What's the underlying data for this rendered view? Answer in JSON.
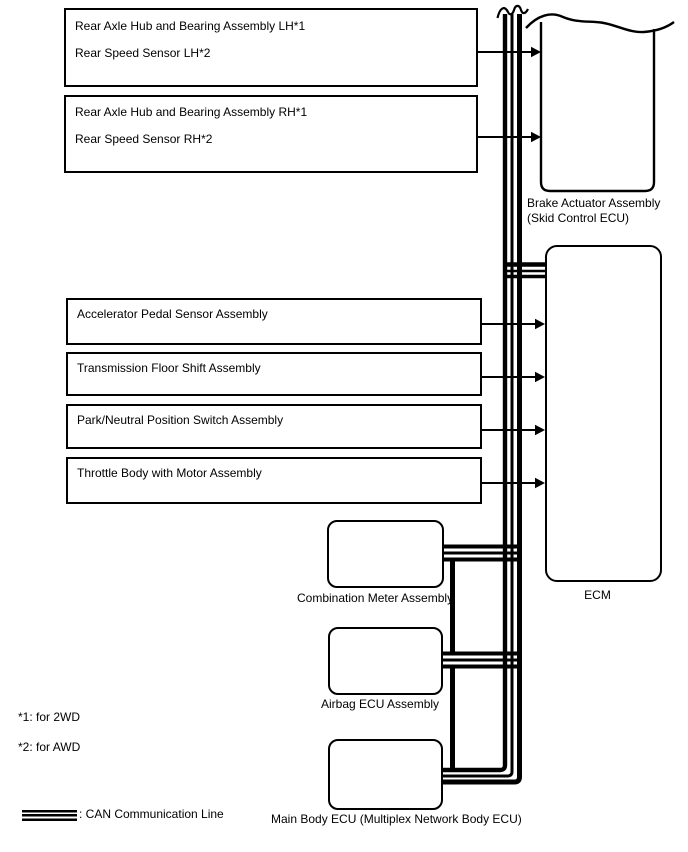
{
  "page": {
    "background_color": "#ffffff",
    "line_color": "#000000"
  },
  "left_boxes": {
    "rear_lh": {
      "lines": [
        "Rear Axle Hub and Bearing Assembly LH*1",
        "Rear Speed Sensor LH*2"
      ]
    },
    "rear_rh": {
      "lines": [
        "Rear Axle Hub and Bearing Assembly RH*1",
        "Rear Speed Sensor RH*2"
      ]
    },
    "accelerator": {
      "label": "Accelerator Pedal Sensor Assembly"
    },
    "transmission": {
      "label": "Transmission Floor Shift Assembly"
    },
    "park_neutral": {
      "label": "Park/Neutral Position Switch Assembly"
    },
    "throttle": {
      "label": "Throttle Body with Motor Assembly"
    }
  },
  "ecus": {
    "brake_actuator": {
      "label_lines": [
        "Brake Actuator Assembly",
        "(Skid Control ECU)"
      ]
    },
    "ecm": {
      "label": "ECM"
    },
    "combination_meter": {
      "label": "Combination Meter Assembly"
    },
    "airbag": {
      "label": "Airbag ECU Assembly"
    },
    "main_body": {
      "label": "Main Body ECU (Multiplex Network Body ECU)"
    }
  },
  "footnotes": {
    "note1": "*1: for 2WD",
    "note2": "*2: for AWD"
  },
  "legend": {
    "symbol": "can-triple-line",
    "text": ": CAN Communication Line"
  }
}
